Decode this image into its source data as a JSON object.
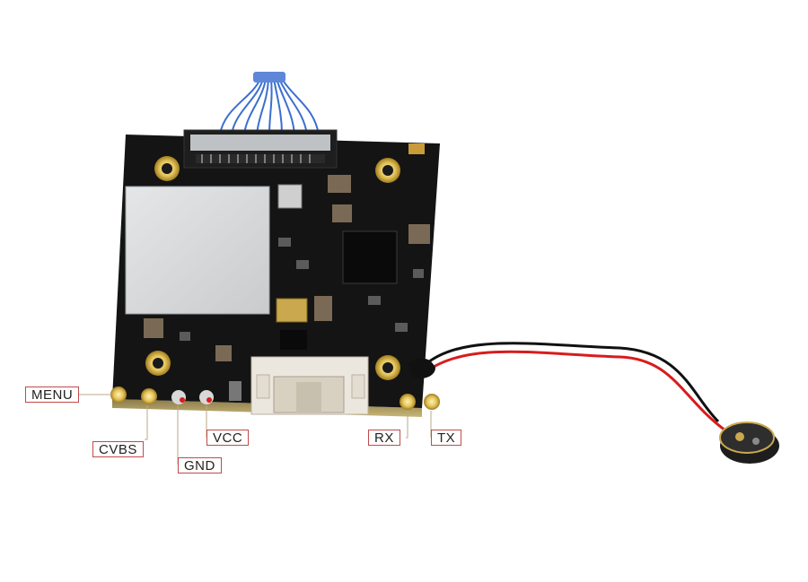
{
  "labels": {
    "menu": "MENU",
    "cvbs": "CVBS",
    "gnd": "GND",
    "vcc": "VCC",
    "rx": "RX",
    "tx": "TX"
  },
  "colors": {
    "pcb": "#141414",
    "shield": "#d8dadb",
    "gold_pad": "#e3c25a",
    "label_border": "#c24a4a",
    "wire_red": "#d81c1c",
    "wire_black": "#111111",
    "ribbon": "#3b6fd0",
    "connector": "#ece7de"
  }
}
